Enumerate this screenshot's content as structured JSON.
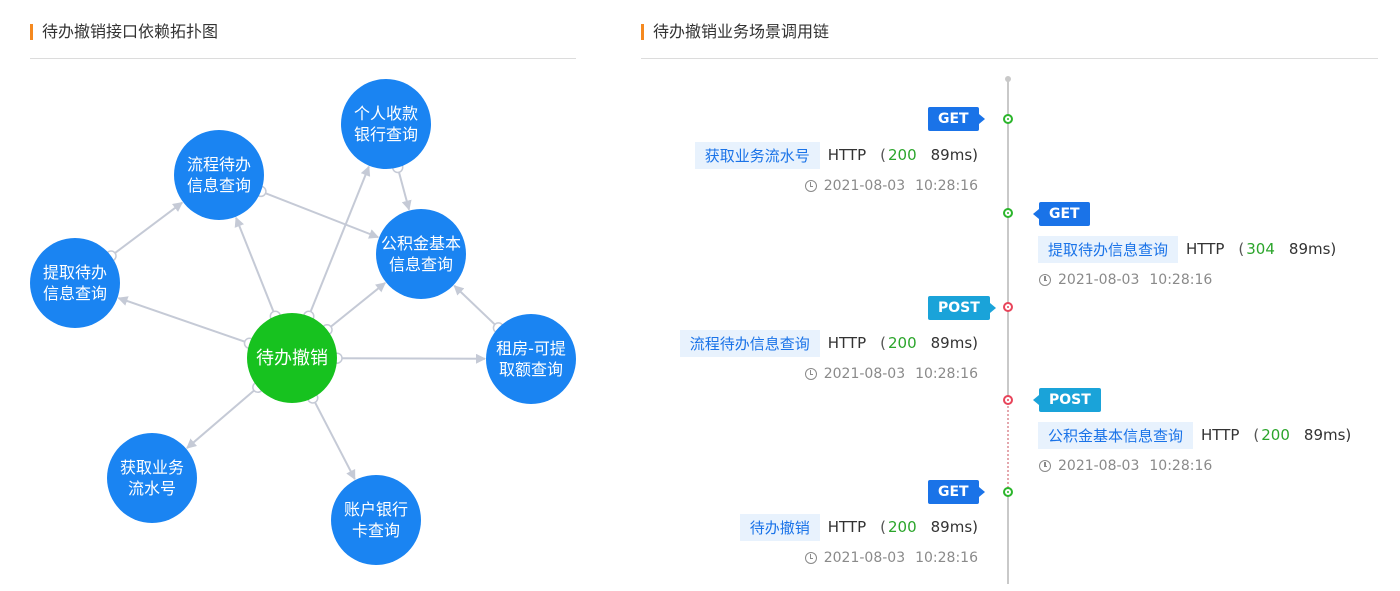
{
  "left_panel": {
    "title": "待办撤销接口依赖拓扑图"
  },
  "right_panel": {
    "title": "待办撤销业务场景调用链"
  },
  "topology": {
    "center": "待办撤销",
    "nodes": [
      {
        "id": "tiqu",
        "label": "提取待办\n信息查询"
      },
      {
        "id": "liucheng",
        "label": "流程待办\n信息查询"
      },
      {
        "id": "geren",
        "label": "个人收款\n银行查询"
      },
      {
        "id": "gongjijin",
        "label": "公积金基本\n信息查询"
      },
      {
        "id": "zufang",
        "label": "租房-可提\n取额查询"
      },
      {
        "id": "zhanghu",
        "label": "账户银行\n卡查询"
      },
      {
        "id": "huoqu",
        "label": "获取业务\n流水号"
      }
    ],
    "edges": [
      {
        "from": "center",
        "to": "tiqu"
      },
      {
        "from": "center",
        "to": "liucheng"
      },
      {
        "from": "center",
        "to": "geren"
      },
      {
        "from": "center",
        "to": "gongjijin"
      },
      {
        "from": "center",
        "to": "zufang"
      },
      {
        "from": "center",
        "to": "zhanghu"
      },
      {
        "from": "center",
        "to": "huoqu"
      },
      {
        "from": "tiqu",
        "to": "liucheng"
      },
      {
        "from": "liucheng",
        "to": "gongjijin"
      },
      {
        "from": "geren",
        "to": "gongjijin"
      },
      {
        "from": "zufang",
        "to": "gongjijin"
      }
    ]
  },
  "call_chain": [
    {
      "method": "GET",
      "status": "ok",
      "api": "获取业务流水号",
      "protocol": "HTTP",
      "paren_open": "(",
      "code": "200",
      "duration": "89ms)",
      "date": "2021-08-03",
      "time": "10:28:16"
    },
    {
      "method": "GET",
      "status": "ok",
      "api": "提取待办信息查询",
      "protocol": "HTTP",
      "paren_open": "(",
      "code": "304",
      "duration": "89ms)",
      "date": "2021-08-03",
      "time": "10:28:16"
    },
    {
      "method": "POST",
      "status": "err",
      "api": "流程待办信息查询",
      "protocol": "HTTP",
      "paren_open": "(",
      "code": "200",
      "duration": "89ms)",
      "date": "2021-08-03",
      "time": "10:28:16"
    },
    {
      "method": "POST",
      "status": "err",
      "api": "公积金基本信息查询",
      "protocol": "HTTP",
      "paren_open": "(",
      "code": "200",
      "duration": "89ms)",
      "date": "2021-08-03",
      "time": "10:28:16"
    },
    {
      "method": "GET",
      "status": "ok",
      "api": "待办撤销",
      "protocol": "HTTP",
      "paren_open": "(",
      "code": "200",
      "duration": "89ms)",
      "date": "2021-08-03",
      "time": "10:28:16"
    }
  ],
  "colors": {
    "accent": "#f5891f",
    "node_blue": "#1a84f2",
    "node_green": "#17c21f",
    "ok": "#2bb52b",
    "err": "#e8445a",
    "edge": "#c5cad6"
  }
}
